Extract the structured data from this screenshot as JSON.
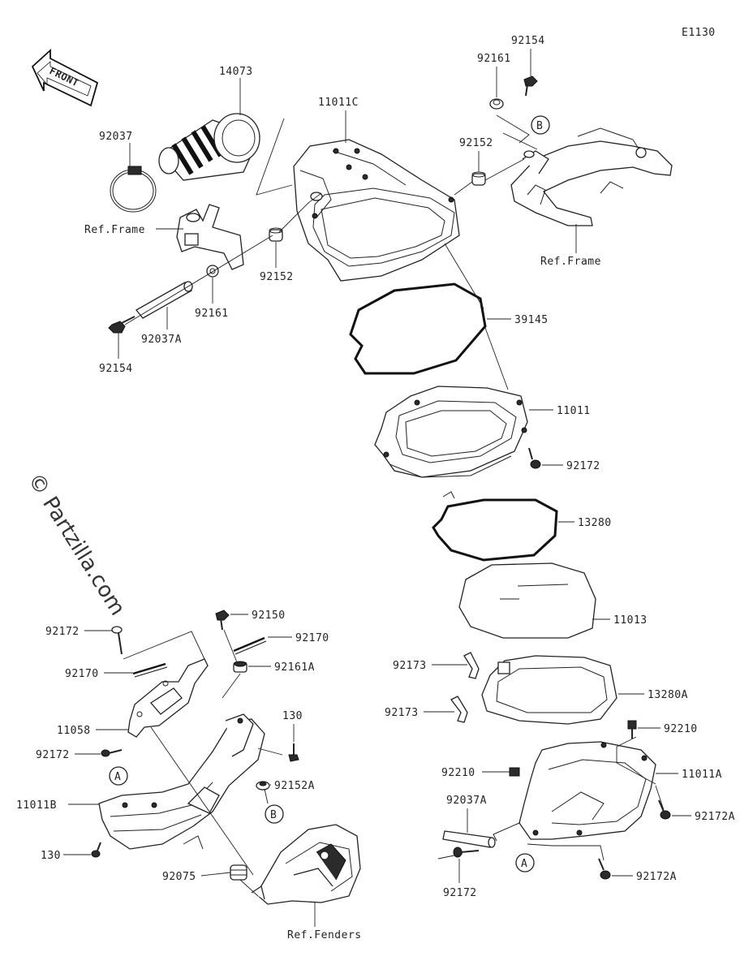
{
  "diagram_code": "E1130",
  "front_label": "FRONT",
  "watermark": "© Partzilla.com",
  "refs": {
    "frame_left": "Ref.Frame",
    "frame_right": "Ref.Frame",
    "fenders": "Ref.Fenders"
  },
  "markers": {
    "a": "A",
    "b": "B"
  },
  "parts": {
    "p14073": "14073",
    "p92037": "92037",
    "p11011C": "11011C",
    "p92154_top": "92154",
    "p92161_top": "92161",
    "p92152_top": "92152",
    "p92152_mid": "92152",
    "p92161_mid": "92161",
    "p92037A_left": "92037A",
    "p92154_left": "92154",
    "p39145": "39145",
    "p11011": "11011",
    "p92172_mid": "92172",
    "p13280": "13280",
    "p11013": "11013",
    "p92172_ul": "92172",
    "p92170_l": "92170",
    "p92150": "92150",
    "p92170_r": "92170",
    "p92161A": "92161A",
    "p11058": "11058",
    "p92172_l": "92172",
    "p130_r": "130",
    "p92152A": "92152A",
    "p11011B": "11011B",
    "p130_l": "130",
    "p92075": "92075",
    "p92173_a": "92173",
    "p92173_b": "92173",
    "p13280A": "13280A",
    "p92210_r": "92210",
    "p92210_l": "92210",
    "p11011A": "11011A",
    "p92037A_r": "92037A",
    "p92172A_a": "92172A",
    "p92172_br": "92172",
    "p92172A_b": "92172A"
  }
}
